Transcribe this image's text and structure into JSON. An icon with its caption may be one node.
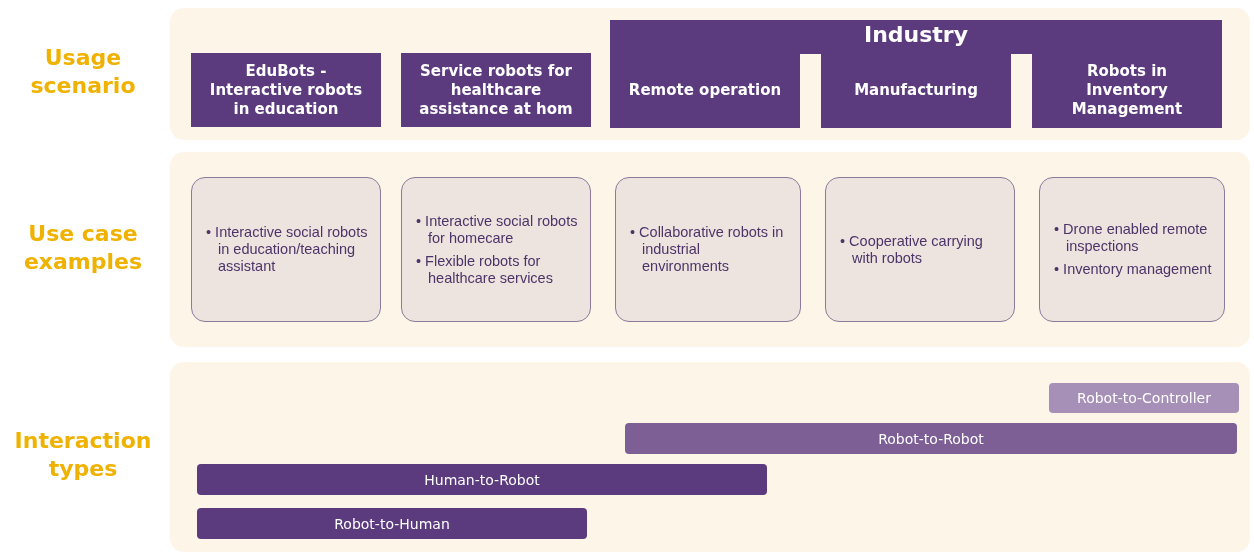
{
  "diagram": {
    "nodes": [
      {
        "text": [
          "Usage scenario"
        ]
      },
      {
        "text": [
          "EduBots - Interactive robots in education"
        ],
        "in": 0
      },
      {
        "text": [
          "Service robots for healthcare assistance at hom"
        ],
        "in": 0
      },
      {
        "text": [
          "Industry"
        ],
        "in": 0
      },
      {
        "text": [
          "Remote operation"
        ],
        "in": 3
      },
      {
        "text": [
          "Manufacturing"
        ],
        "in": 3
      },
      {
        "text": [
          "Robots in Inventory Management"
        ],
        "in": 3
      },
      {
        "text": [
          "Use case examples"
        ]
      },
      {
        "text": [
          "• Interactive social robots in education/teaching assistant"
        ],
        "in": 7
      },
      {
        "text": [
          "• Interactive social robots for homecare",
          "• Flexible robots for healthcare services"
        ],
        "in": 7
      },
      {
        "text": [
          "• Collaborative robots in industrial environments"
        ],
        "in": 7
      },
      {
        "text": [
          "• Cooperative carrying with robots"
        ],
        "in": 7
      },
      {
        "text": [
          "• Drone enabled remote inspections",
          "• Inventory management"
        ],
        "in": 7
      },
      {
        "text": [
          "Interaction types"
        ]
      },
      {
        "text": [
          "Robot-to-Controller"
        ],
        "in": 13
      },
      {
        "text": [
          "Robot-to-Robot"
        ],
        "in": 13
      },
      {
        "text": [
          "Human-to-Robot"
        ],
        "in": 13
      },
      {
        "text": [
          "Robot-to-Human"
        ],
        "in": 13
      }
    ],
    "edges": []
  }
}
